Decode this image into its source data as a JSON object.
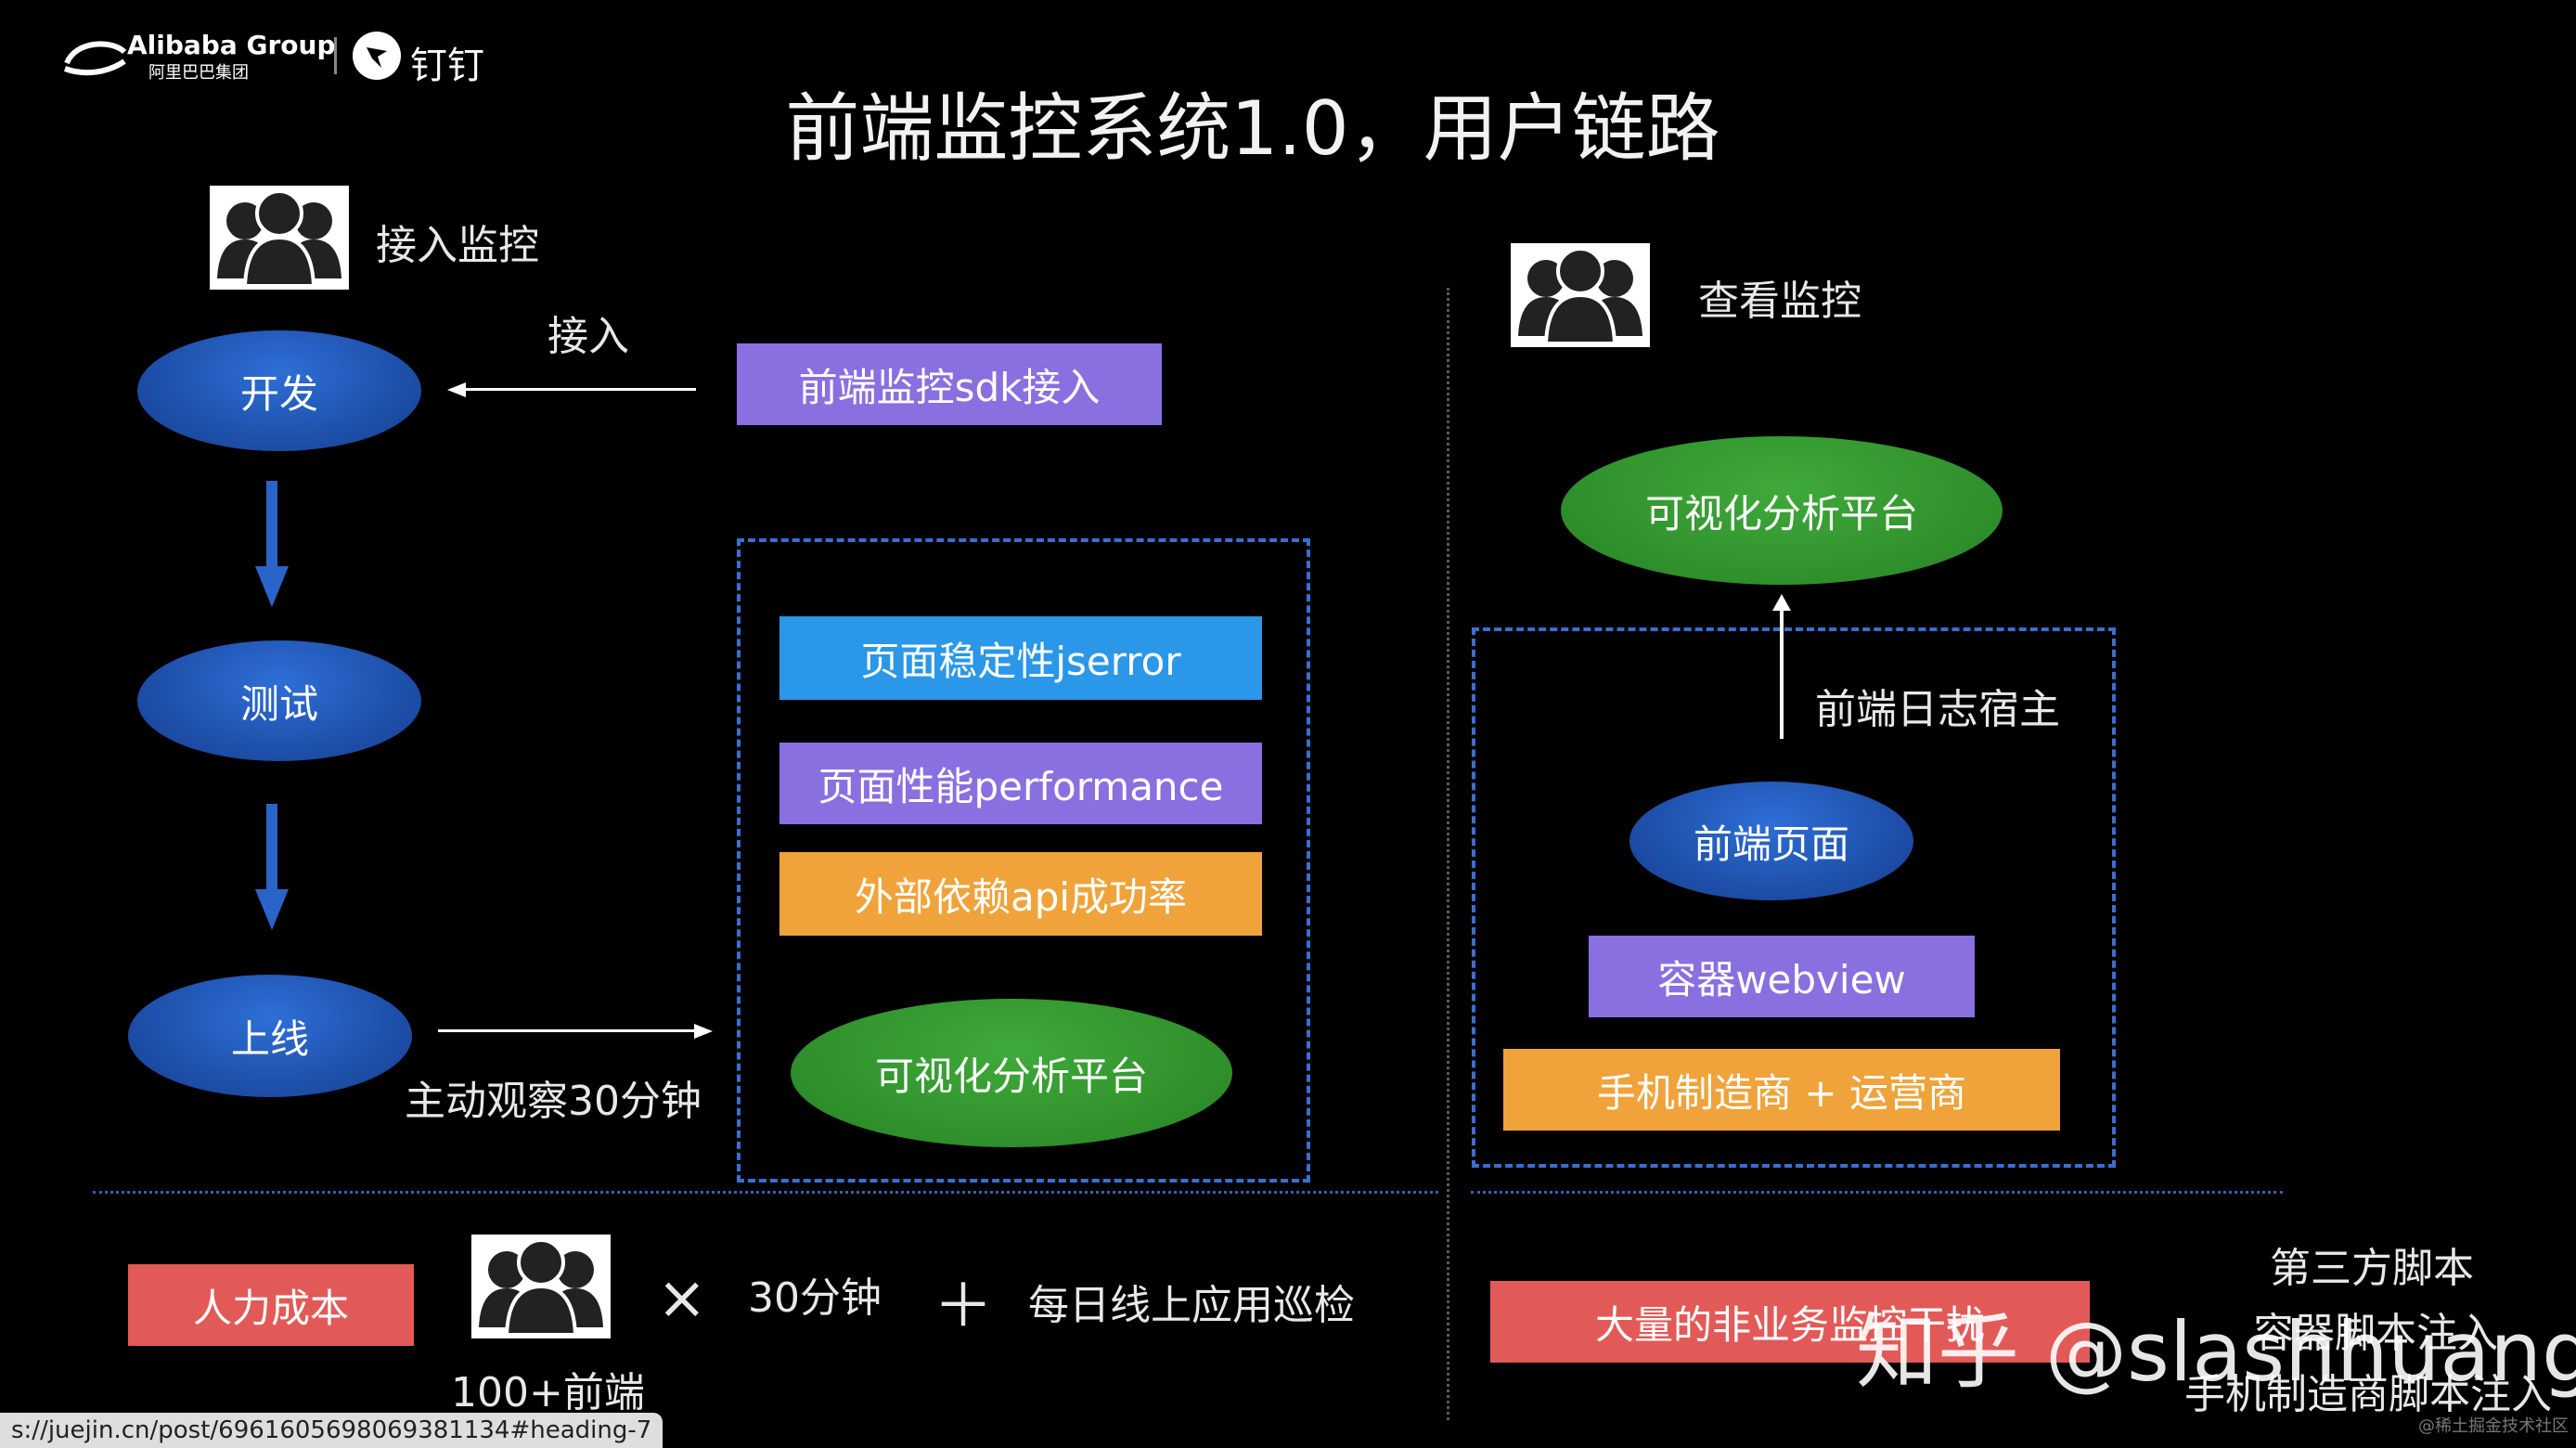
{
  "header": {
    "logo_text": "Alibaba Group",
    "logo_cn": "阿里巴巴集团",
    "dingtalk_text": "钉钉",
    "title": "前端监控系统1.0，用户链路"
  },
  "left": {
    "access_label": "接入监控",
    "arrow_label": "接入",
    "sdk_box": "前端监控sdk接入",
    "steps": [
      "开发",
      "测试",
      "上线"
    ],
    "observe_label": "主动观察30分钟",
    "metrics": [
      "页面稳定性jserror",
      "页面性能performance",
      "外部依赖api成功率"
    ],
    "platform": "可视化分析平台"
  },
  "right": {
    "view_label": "查看监控",
    "platform": "可视化分析平台",
    "host_label": "前端日志宿主",
    "page": "前端页面",
    "container": "容器webview",
    "vendor": "手机制造商 + 运营商"
  },
  "bottom": {
    "cost_label": "人力成本",
    "multiply": "×",
    "minutes": "30分钟",
    "plus": "＋",
    "daily": "每日线上应用巡检",
    "count": "100+前端",
    "interference": "大量的非业务监控干扰",
    "third_party": [
      "第三方脚本",
      "容器脚本注入",
      "手机制造商脚本注入"
    ]
  },
  "watermark": "知乎 @slashhuang",
  "url_bar": "s://juejin.cn/post/6961605698069381134#heading-7",
  "corner_mark": "@稀土掘金技术社区",
  "colors": {
    "background": "#000000",
    "blue": "#1d4ea8",
    "green": "#2f8f2b",
    "purple": "#8a6fe0",
    "sky": "#2a97e8",
    "orange": "#f0a33a",
    "red": "#e25a57",
    "dash": "#3a6fd0"
  }
}
